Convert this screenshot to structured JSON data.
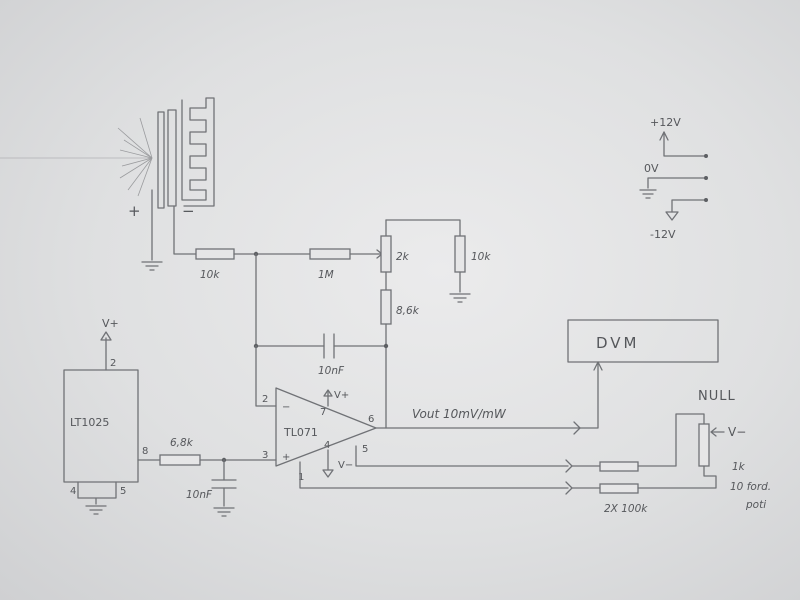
{
  "components": {
    "r_10k_in": "10k",
    "r_1m": "1M",
    "pot_2k": "2k",
    "r_10k_right": "10k",
    "r_8k6": "8,6k",
    "c_feedback": "10nF",
    "c_ref": "10nF",
    "r_6k8": "6,8k",
    "r_2x100k": "2X 100k",
    "null_pot_value": "1k",
    "null_pot_desc_1": "10 ford.",
    "null_pot_desc_2": "poti"
  },
  "ics": {
    "opamp": "TL071",
    "reference": "LT1025"
  },
  "pins": {
    "op_2": "2",
    "op_3": "3",
    "op_6": "6",
    "op_7": "7",
    "op_4": "4",
    "op_5": "5",
    "op_1": "1",
    "ref_2": "2",
    "ref_8": "8",
    "ref_4": "4",
    "ref_5": "5"
  },
  "rails": {
    "vplus": "V+",
    "vminus": "V−",
    "op_vplus": "V+",
    "op_vminus": "V−",
    "null_vminus": "V−",
    "plus12": "+12V",
    "zero": "0V",
    "minus12": "-12V"
  },
  "sensor": {
    "plus": "+",
    "minus": "−"
  },
  "output": {
    "vout": "Vout 10mV/mW"
  },
  "meter": {
    "label": "DVM"
  },
  "null": {
    "label": "NULL"
  }
}
